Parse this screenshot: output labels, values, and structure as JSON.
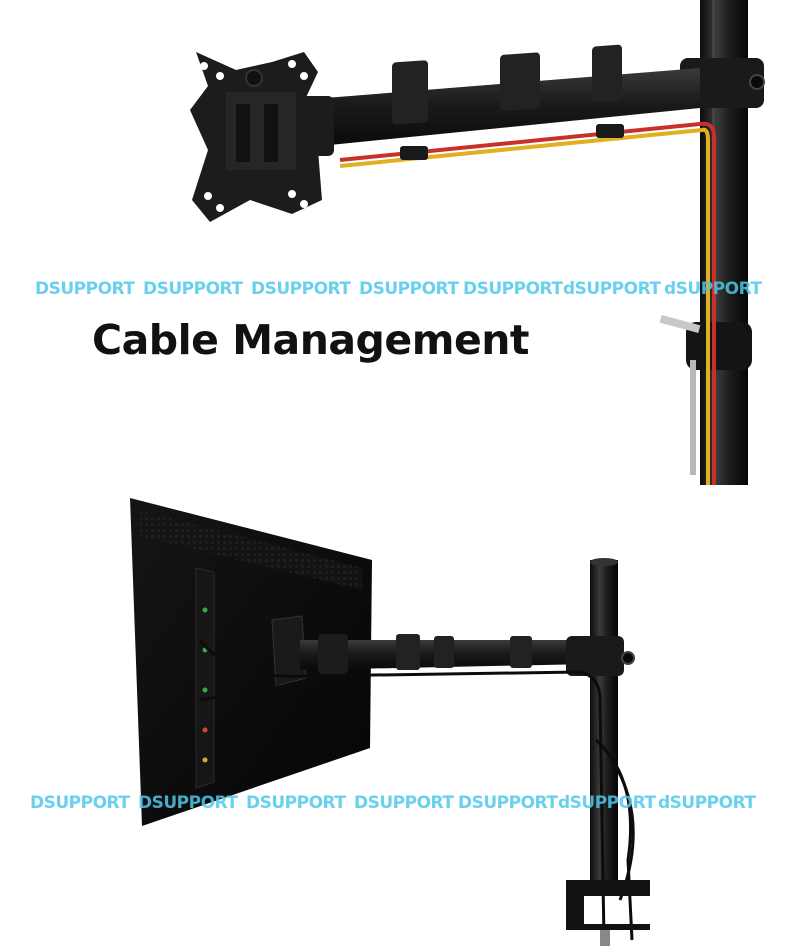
{
  "heading": "Cable Management",
  "watermarks": {
    "top": [
      "DSUPPORT",
      "DSUPPORT",
      "DSUPPORT",
      "DSUPPORT",
      "DSUPPORT",
      "dSUPPORT",
      "dSUPPORT"
    ],
    "bottom": [
      "DSUPPORT",
      "DSUPPORT",
      "DSUPPORT",
      "DSUPPORT",
      "DSUPPORT",
      "dSUPPORT",
      "dSUPPORT"
    ]
  },
  "colors": {
    "watermark": "#4fc8ec",
    "mount_metal": "#1c1c1c",
    "cable_red": "#c8302a",
    "cable_yellow": "#e0b020"
  }
}
